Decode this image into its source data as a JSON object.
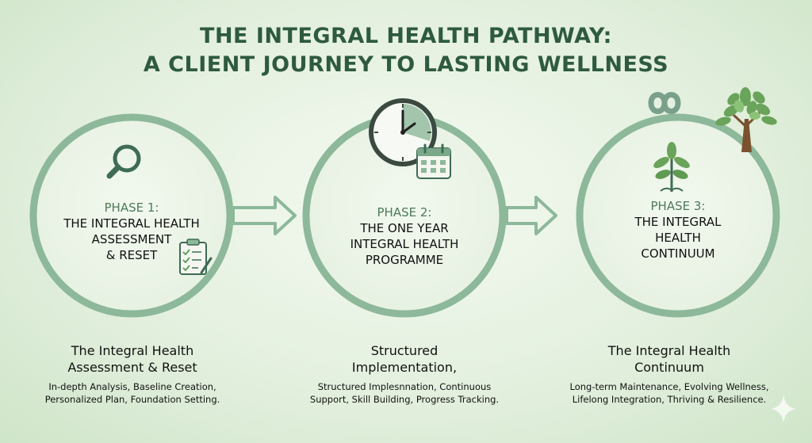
{
  "title": {
    "line1": "THE INTEGRAL HEALTH PATHWAY:",
    "line2": "A CLIENT JOURNEY TO LASTING WELLNESS"
  },
  "phases": [
    {
      "phase_label": "PHASE 1:",
      "name_lines": [
        "THE INTEGRAL HEALTH",
        "ASSESSMENT",
        "& RESET"
      ],
      "heading_lines": [
        "The Integral Health",
        "Assessment & Reset"
      ],
      "detail_lines": [
        "In-depth Analysis, Baseline Creation,",
        "Personalized Plan, Foundation Setting."
      ],
      "icons": [
        "magnifying-glass-icon",
        "clipboard-checklist-icon"
      ]
    },
    {
      "phase_label": "PHASE 2:",
      "name_lines": [
        "THE ONE YEAR",
        "INTEGRAL HEALTH",
        "PROGRAMME"
      ],
      "heading_lines": [
        "Structured",
        "Implementation,"
      ],
      "detail_lines": [
        "Structured Implesnnation, Continuous",
        "Support, Skill Building, Progress Tracking."
      ],
      "icons": [
        "clock-icon",
        "calendar-icon"
      ]
    },
    {
      "phase_label": "PHASE 3:",
      "name_lines": [
        "THE INTEGRAL",
        "HEALTH",
        "CONTINUUM"
      ],
      "heading_lines": [
        "The Integral Health",
        "Continuum"
      ],
      "detail_lines": [
        "Long-term Maintenance, Evolving Wellness,",
        "Lifelong Integration, Thriving & Resilience."
      ],
      "icons": [
        "sprout-icon",
        "infinity-icon",
        "tree-icon"
      ]
    }
  ],
  "colors": {
    "ring": "#8db89a",
    "title": "#2e5a40",
    "phase_label": "#4d7a5b",
    "icon_dark": "#3e6b55",
    "leaf": "#6aa35a"
  }
}
